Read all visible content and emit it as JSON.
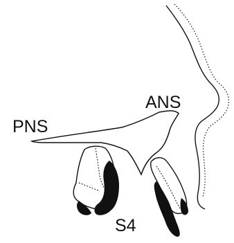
{
  "figure": {
    "labels": {
      "ans": "ANS",
      "pns": "PNS",
      "stage": "S4"
    },
    "colors": {
      "line": "#111111",
      "fill_dark": "#111111",
      "background": "#ffffff"
    }
  }
}
